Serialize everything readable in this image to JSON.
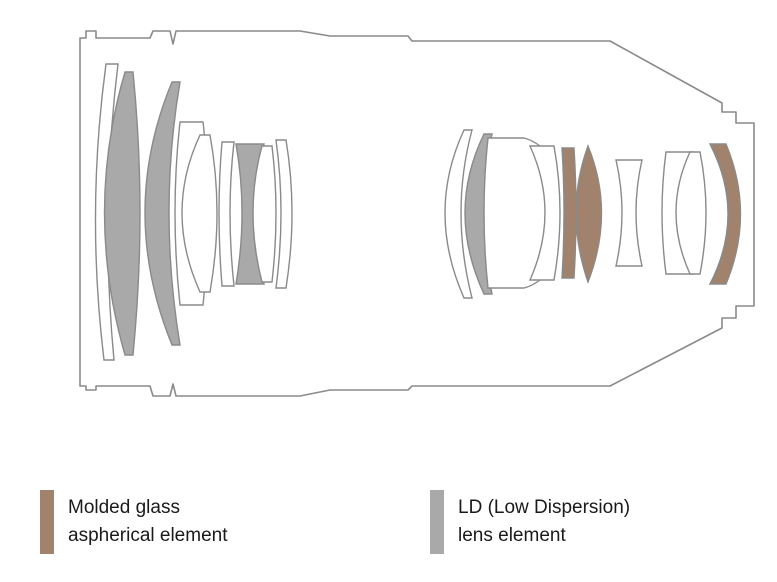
{
  "colors": {
    "outline": "#8a8a8a",
    "aspherical": "#a0826d",
    "ld": "#a9a9a9",
    "clear": "#ffffff"
  },
  "legend": {
    "aspherical": {
      "line1": "Molded glass",
      "line2": "aspherical element",
      "color": "#a0826d"
    },
    "ld": {
      "line1": "LD (Low Dispersion)",
      "line2": "lens element",
      "color": "#a9a9a9"
    }
  }
}
